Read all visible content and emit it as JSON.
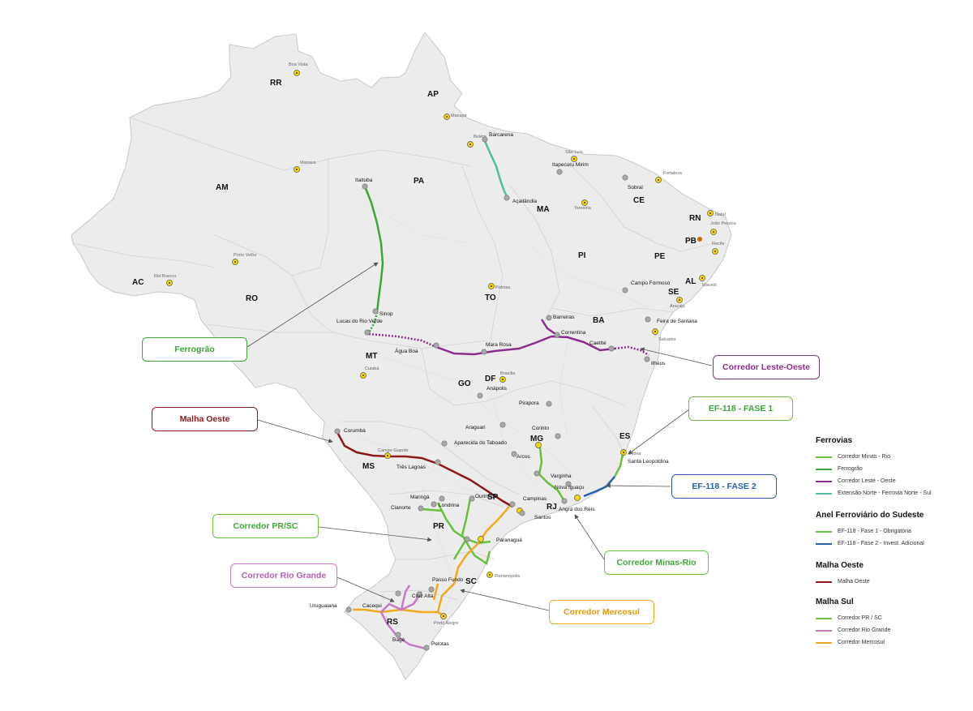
{
  "states": [
    {
      "id": "RR",
      "label": "RR"
    },
    {
      "id": "AP",
      "label": "AP"
    },
    {
      "id": "AM",
      "label": "AM"
    },
    {
      "id": "PA",
      "label": "PA"
    },
    {
      "id": "MA",
      "label": "MA"
    },
    {
      "id": "CE",
      "label": "CE"
    },
    {
      "id": "RN",
      "label": "RN"
    },
    {
      "id": "PB",
      "label": "PB"
    },
    {
      "id": "PI",
      "label": "PI"
    },
    {
      "id": "PE",
      "label": "PE"
    },
    {
      "id": "AL",
      "label": "AL"
    },
    {
      "id": "SE",
      "label": "SE"
    },
    {
      "id": "AC",
      "label": "AC"
    },
    {
      "id": "RO",
      "label": "RO"
    },
    {
      "id": "TO",
      "label": "TO"
    },
    {
      "id": "BA",
      "label": "BA"
    },
    {
      "id": "MT",
      "label": "MT"
    },
    {
      "id": "GO",
      "label": "GO"
    },
    {
      "id": "DF",
      "label": "DF"
    },
    {
      "id": "MG",
      "label": "MG"
    },
    {
      "id": "ES",
      "label": "ES"
    },
    {
      "id": "MS",
      "label": "MS"
    },
    {
      "id": "SP",
      "label": "SP"
    },
    {
      "id": "RJ",
      "label": "RJ"
    },
    {
      "id": "PR",
      "label": "PR"
    },
    {
      "id": "SC",
      "label": "SC"
    },
    {
      "id": "RS",
      "label": "RS"
    }
  ],
  "capitals": [
    "Boa Vista",
    "Macapá",
    "Belém",
    "Manaus",
    "São Luís",
    "Fortaleza",
    "Teresina",
    "Natal",
    "João Pessoa",
    "Recife",
    "Porto Velho",
    "Rio Branco",
    "Palmas",
    "Maceió",
    "Aracaju",
    "Salvador",
    "Cuiabá",
    "Brasília",
    "Campo Grande",
    "Vitória",
    "Florianópolis",
    "Porto Alegre"
  ],
  "cities": [
    "Barcarena",
    "Itapecuru Mirim",
    "Açailândia",
    "Sobral",
    "Itaituba",
    "Campo Formoso",
    "Sinop",
    "Lucas do Rio Verde",
    "Barreiras",
    "Feira de Santana",
    "Correntina",
    "Mara Rosa",
    "Água Boa",
    "Caetité",
    "Ilhéus",
    "Anápolis",
    "Pirapora",
    "Corumbá",
    "Araguari",
    "Corinto",
    "Aparecida do Taboado",
    "Três Lagoas",
    "Arcos",
    "Santa Leopoldina",
    "Varginha",
    "Nova Iguaçu",
    "Angra dos Reis",
    "Maringá",
    "Ourinhos",
    "Campinas",
    "Cianorte",
    "Londrina",
    "Santos",
    "Paranaguá",
    "Passo Fundo",
    "Cruz Alta",
    "Uruguaiana",
    "Cacequi",
    "Bagé",
    "Pelotas"
  ],
  "callouts": {
    "ferrograo": "Ferrogrão",
    "leste_oeste": "Corredor Leste-Oeste",
    "ef118_f1": "EF-118 - FASE 1",
    "malha_oeste": "Malha Oeste",
    "ef118_f2": "EF-118 - FASE 2",
    "pr_sc": "Corredor PR/SC",
    "minas_rio": "Corredor Minas-Rio",
    "rio_grande": "Corredor Rio Grande",
    "mercosul": "Corredor Mercosul"
  },
  "legend": {
    "ferrovias": {
      "title": "Ferrovias",
      "items": [
        {
          "label": "Corredor Minas - Rio",
          "color": "#6abf3f"
        },
        {
          "label": "Ferrogrão",
          "color": "#3ea538"
        },
        {
          "label": "Corredor Leste - Oeste",
          "color": "#8a2e8c"
        },
        {
          "label": "Extensão Norte - Ferrovia Norte - Sul",
          "color": "#4dbfa0"
        }
      ]
    },
    "anel": {
      "title": "Anel Ferroviário do Sudeste",
      "items": [
        {
          "label": "EF-118 - Fase 1 - Obrigatória",
          "color": "#6abf3f"
        },
        {
          "label": "EF-118 - Fase 2 - Invest. Adicional",
          "color": "#2b5fae"
        }
      ]
    },
    "oeste": {
      "title": "Malha Oeste",
      "items": [
        {
          "label": "Malha Oeste",
          "color": "#8a1a1a"
        }
      ]
    },
    "sul": {
      "title": "Malha Sul",
      "items": [
        {
          "label": "Corredor PR / SC",
          "color": "#6abf3f"
        },
        {
          "label": "Corredor Rio Grande",
          "color": "#c27bc4"
        },
        {
          "label": "Corredor Mercosul",
          "color": "#f0a91a"
        }
      ]
    }
  },
  "colors": {
    "ferrograo": "#3ea538",
    "leste_oeste": "#8a2e8c",
    "norte_sul": "#4dbfa0",
    "minas_rio": "#6abf3f",
    "ef118_f2": "#2b5fae",
    "malha_oeste": "#8a1a1a",
    "pr_sc": "#6abf3f",
    "rio_grande": "#c27bc4",
    "mercosul": "#f0a91a"
  }
}
